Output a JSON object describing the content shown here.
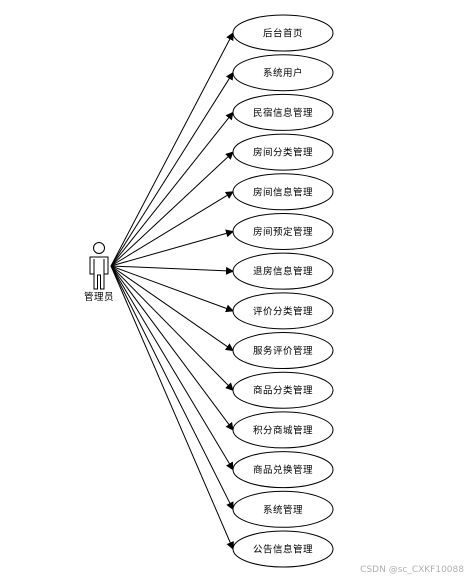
{
  "actor": {
    "label": "管理员"
  },
  "use_cases": [
    "后台首页",
    "系统用户",
    "民宿信息管理",
    "房间分类管理",
    "房间信息管理",
    "房间预定管理",
    "退房信息管理",
    "评价分类管理",
    "服务评价管理",
    "商品分类管理",
    "积分商城管理",
    "商品兑换管理",
    "系统管理",
    "公告信息管理"
  ],
  "watermark": "CSDN @sc_CXKF10088",
  "colors": {
    "stroke": "#000000",
    "background": "#ffffff",
    "watermark": "#b0b0b0"
  }
}
